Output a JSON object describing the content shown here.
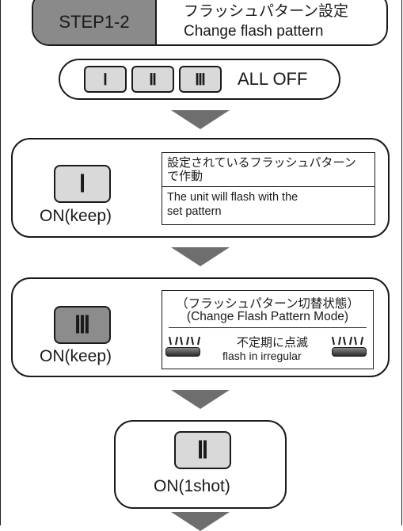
{
  "header": {
    "step": "STEP1-2",
    "title_jp": "フラッシュパターン設定",
    "title_en": "Change flash pattern"
  },
  "all_off": {
    "switches": [
      "Ⅰ",
      "Ⅱ",
      "Ⅲ"
    ],
    "label": "ALL OFF"
  },
  "stage1": {
    "switch": "Ⅰ",
    "state": "ON(keep)",
    "desc_jp_line1": "設定されているフラッシュパターン",
    "desc_jp_line2": "で作動",
    "desc_en_line1": "The unit will flash with the",
    "desc_en_line2": "set pattern"
  },
  "stage2": {
    "switch": "Ⅲ",
    "state": "ON(keep)",
    "mode_jp": "（フラッシュパターン切替状態）",
    "mode_en": "(Change Flash Pattern Mode)",
    "irregular_jp": "不定期に点滅",
    "irregular_en": "flash in irregular"
  },
  "stage3": {
    "switch": "Ⅱ",
    "state": "ON(1shot)"
  },
  "colors": {
    "header_tag": "#8a8a8a",
    "switch_light": "#d9d9d9",
    "switch_dark": "#8c8c8c",
    "arrow": "#6e6e6e"
  }
}
